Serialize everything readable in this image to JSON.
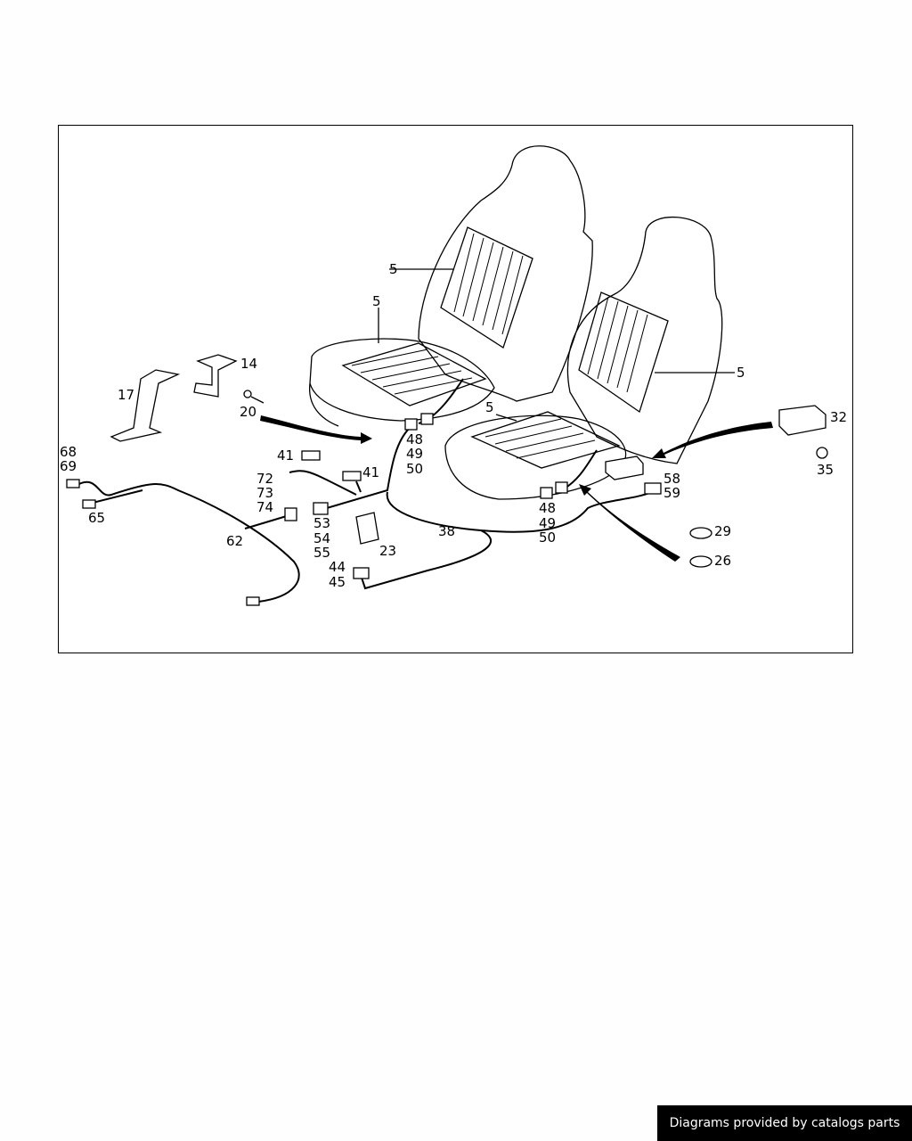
{
  "diagram": {
    "callouts": {
      "seat_back_heater_left": "5",
      "seat_cushion_heater_left": "5",
      "seat_back_heater_right": "5",
      "seat_cushion_heater_right": "5",
      "bracket_14": "14",
      "bracket_17": "17",
      "clip_20": "20",
      "connector_68_69": [
        "68",
        "69"
      ],
      "connector_65": "65",
      "part_72_74": [
        "72",
        "73",
        "74"
      ],
      "relay_41_a": "41",
      "relay_41_b": "41",
      "connector_48_50_left": [
        "48",
        "49",
        "50"
      ],
      "connector_48_50_right": [
        "48",
        "49",
        "50"
      ],
      "switch_53_55": [
        "53",
        "54",
        "55"
      ],
      "holder_23": "23",
      "harness_62": "62",
      "harness_38": "38",
      "connector_44_45": [
        "44",
        "45"
      ],
      "control_unit_32": "32",
      "screw_35": "35",
      "connector_58_59": [
        "58",
        "59"
      ],
      "grommet_29": "29",
      "grommet_26": "26"
    }
  },
  "footer": {
    "credit": "Diagrams provided by catalogs parts"
  }
}
